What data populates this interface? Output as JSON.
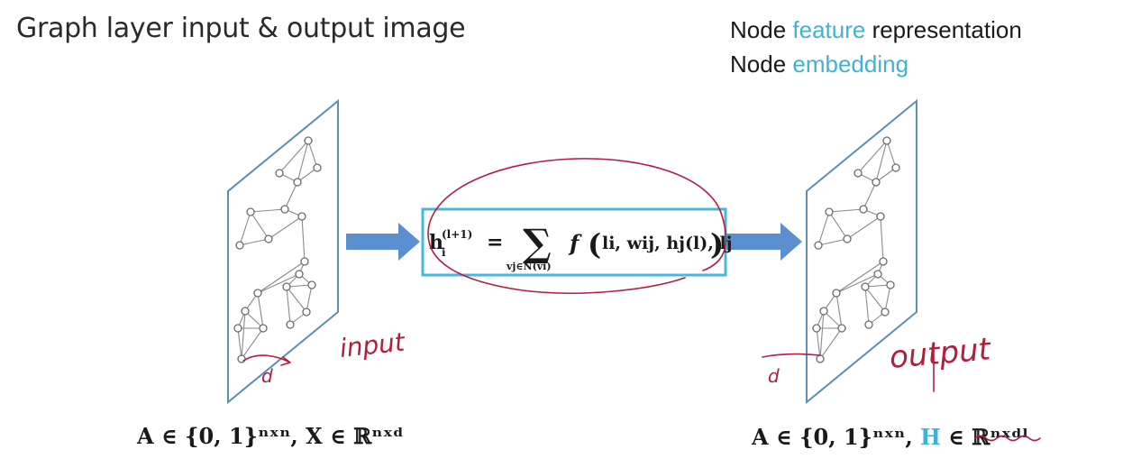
{
  "title": "Graph layer input & output image",
  "right_header": {
    "line1_prefix": "Node ",
    "line1_accent": "feature",
    "line1_suffix": " representation",
    "line2_prefix": "Node ",
    "line2_accent": "embedding"
  },
  "formula": {
    "lhs": "h",
    "lhs_sub": "i",
    "lhs_sup": "(l+1)",
    "equals": "=",
    "sum": "∑",
    "sum_sub": "vj∈N(vi)",
    "func": "f",
    "args": "li, wij, hj(l), lj"
  },
  "bottom_left": "A ∈ {0, 1}ⁿˣⁿ, X ∈ ℝⁿˣᵈ",
  "bottom_right_prefix": "A ∈ {0, 1}ⁿˣⁿ, ",
  "bottom_right_accent": "H",
  "bottom_right_suffix": " ∈ ℝⁿˣᵈˡ",
  "handwriting": {
    "input": "input",
    "output": "output",
    "d_left": "d",
    "d_right": "d"
  },
  "colors": {
    "accent": "#3fb2d8",
    "arrow": "#5b8fd0",
    "frame": "#5b8fb5",
    "annotation": "#b51d3a"
  }
}
